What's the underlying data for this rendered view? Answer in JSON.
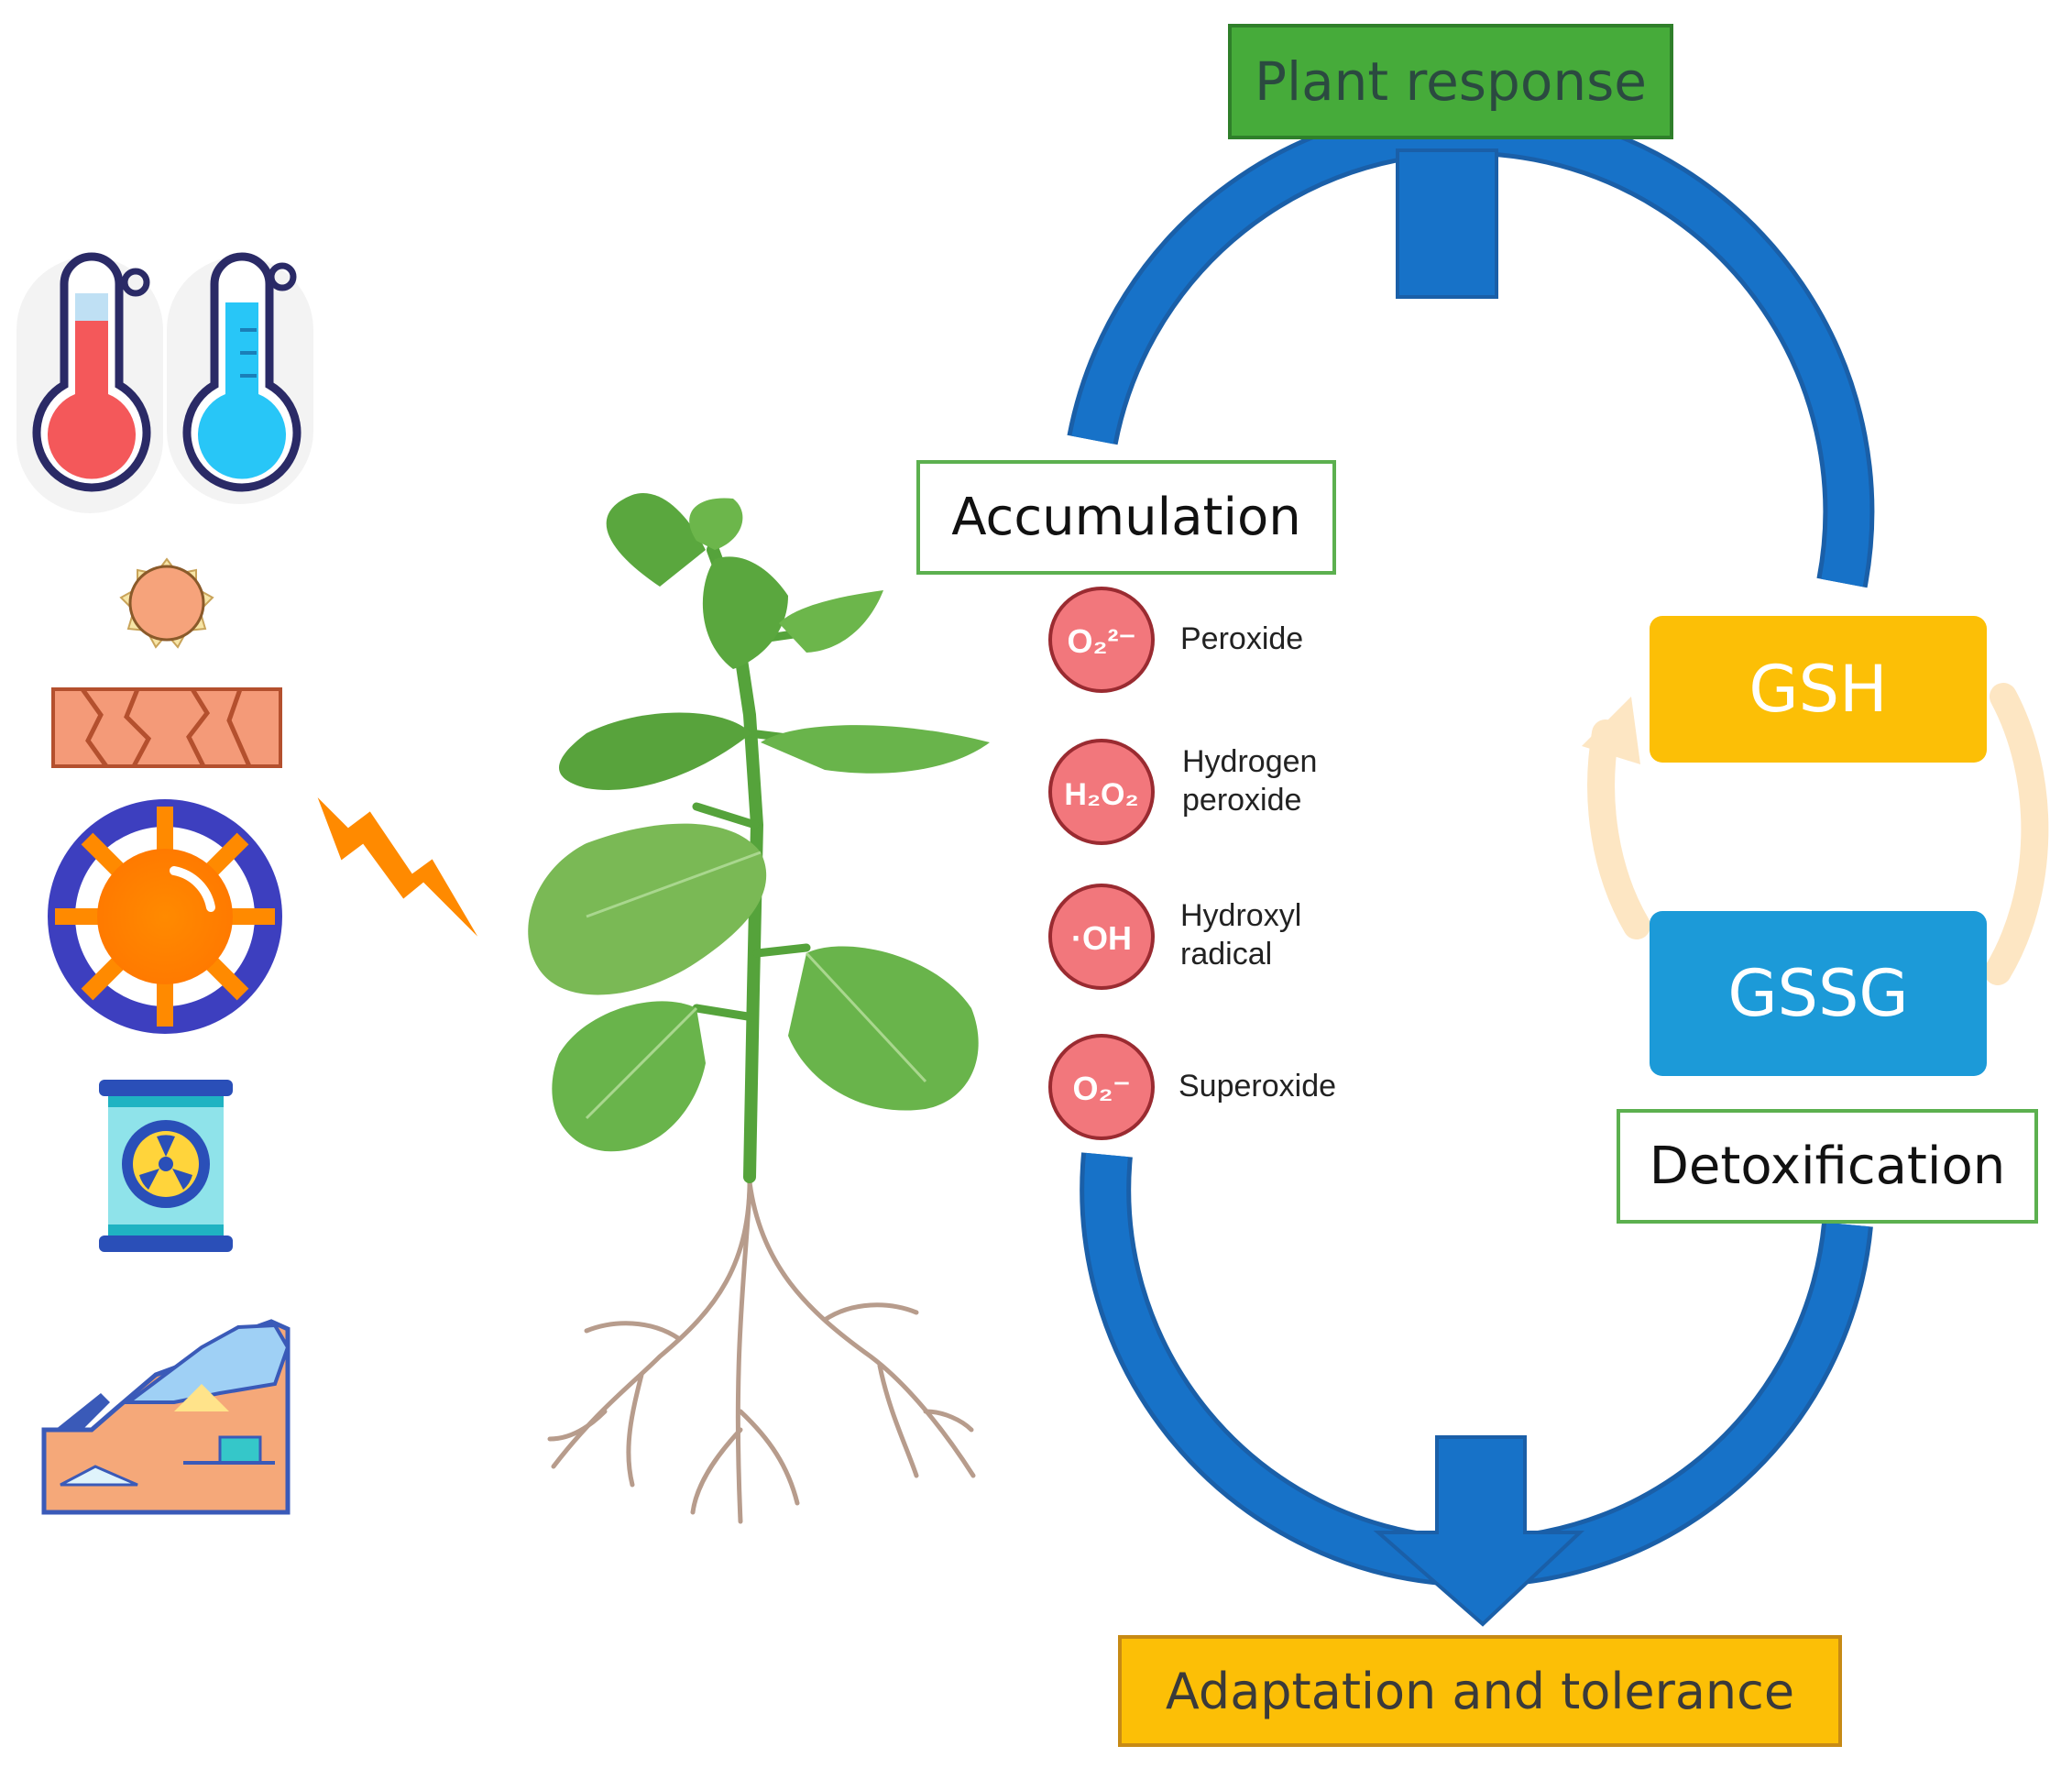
{
  "boxes": {
    "plant_response": "Plant response",
    "accumulation": "Accumulation",
    "gsh": "GSH",
    "gssg": "GSSG",
    "detoxification": "Detoxification",
    "adaptation": "Adaptation and tolerance"
  },
  "ros": [
    {
      "symbol": "O₂²⁻",
      "label_lines": [
        "Peroxide"
      ]
    },
    {
      "symbol": "H₂O₂",
      "label_lines": [
        "Hydrogen",
        "peroxide"
      ]
    },
    {
      "symbol": "·OH",
      "label_lines": [
        "Hydroxyl",
        "radical"
      ]
    },
    {
      "symbol": "O₂⁻",
      "label_lines": [
        "Superoxide"
      ]
    }
  ],
  "stress_icons": [
    "heat-thermometer-icon",
    "cold-thermometer-icon",
    "sun-icon",
    "cracked-soil-icon",
    "uv-radiation-icon",
    "radioactive-icon",
    "polluted-landscape-icon",
    "lightning-icon"
  ],
  "colors": {
    "cycle_blue": "#1772c8",
    "plant_green": "#46ab3a",
    "gsh_yellow": "#fcbf06",
    "gssg_blue": "#1c9ad8",
    "ros_red": "#f2777c"
  }
}
